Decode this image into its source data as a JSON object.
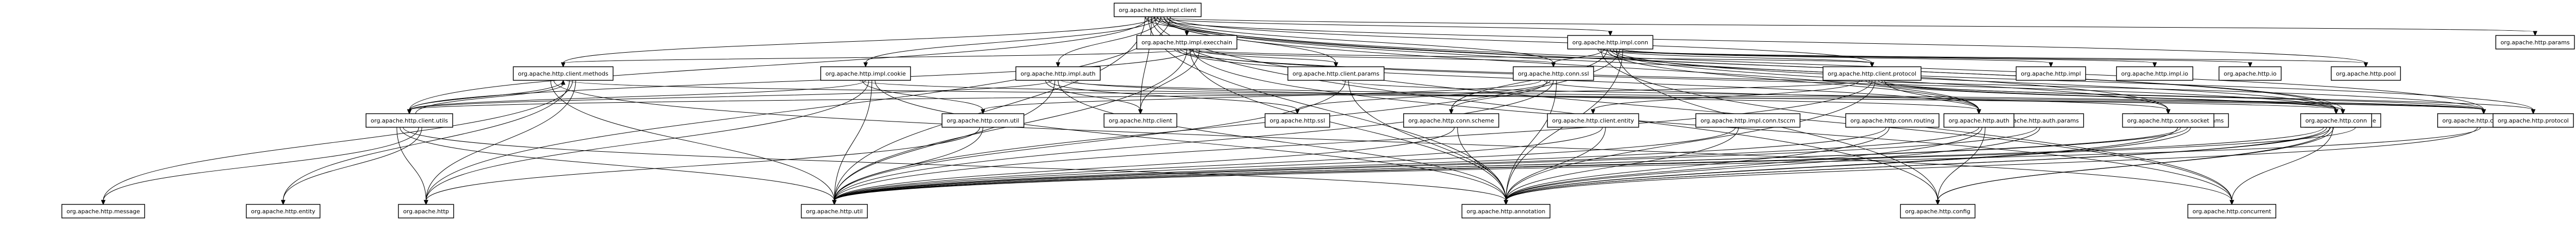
{
  "graph": {
    "nodes": [
      {
        "id": "impl_client",
        "label": "org.apache.http.impl.client"
      },
      {
        "id": "impl_execchain",
        "label": "org.apache.http.impl.execchain"
      },
      {
        "id": "impl_conn",
        "label": "org.apache.http.impl.conn"
      },
      {
        "id": "params",
        "label": "org.apache.http.params"
      },
      {
        "id": "client_methods",
        "label": "org.apache.http.client.methods"
      },
      {
        "id": "impl_cookie",
        "label": "org.apache.http.impl.cookie"
      },
      {
        "id": "impl_auth",
        "label": "org.apache.http.impl.auth"
      },
      {
        "id": "client_params",
        "label": "org.apache.http.client.params"
      },
      {
        "id": "conn_ssl",
        "label": "org.apache.http.conn.ssl"
      },
      {
        "id": "client_protocol",
        "label": "org.apache.http.client.protocol"
      },
      {
        "id": "impl",
        "label": "org.apache.http.impl"
      },
      {
        "id": "impl_io",
        "label": "org.apache.http.impl.io"
      },
      {
        "id": "io",
        "label": "org.apache.http.io"
      },
      {
        "id": "pool",
        "label": "org.apache.http.pool"
      },
      {
        "id": "client_utils",
        "label": "org.apache.http.client.utils"
      },
      {
        "id": "conn_util",
        "label": "org.apache.http.conn.util"
      },
      {
        "id": "client",
        "label": "org.apache.http.client"
      },
      {
        "id": "ssl",
        "label": "org.apache.http.ssl"
      },
      {
        "id": "conn_scheme",
        "label": "org.apache.http.conn.scheme"
      },
      {
        "id": "client_entity",
        "label": "org.apache.http.client.entity"
      },
      {
        "id": "impl_conn_tsccm",
        "label": "org.apache.http.impl.conn.tsccm"
      },
      {
        "id": "conn_routing",
        "label": "org.apache.http.conn.routing"
      },
      {
        "id": "auth_params",
        "label": "org.apache.http.auth.params"
      },
      {
        "id": "conn_params",
        "label": "org.apache.http.conn.params"
      },
      {
        "id": "cookie",
        "label": "org.apache.http.cookie"
      },
      {
        "id": "client_config",
        "label": "org.apache.http.client.config"
      },
      {
        "id": "auth",
        "label": "org.apache.http.auth"
      },
      {
        "id": "conn_socket",
        "label": "org.apache.http.conn.socket"
      },
      {
        "id": "conn",
        "label": "org.apache.http.conn"
      },
      {
        "id": "protocol",
        "label": "org.apache.http.protocol"
      },
      {
        "id": "message",
        "label": "org.apache.http.message"
      },
      {
        "id": "entity",
        "label": "org.apache.http.entity"
      },
      {
        "id": "http",
        "label": "org.apache.http"
      },
      {
        "id": "util",
        "label": "org.apache.http.util"
      },
      {
        "id": "annotation",
        "label": "org.apache.http.annotation"
      },
      {
        "id": "config",
        "label": "org.apache.http.config"
      },
      {
        "id": "concurrent",
        "label": "org.apache.http.concurrent"
      }
    ],
    "edges": [
      [
        "impl_client",
        "impl_execchain"
      ],
      [
        "impl_client",
        "impl_conn"
      ],
      [
        "impl_client",
        "params"
      ],
      [
        "impl_client",
        "client_methods"
      ],
      [
        "impl_client",
        "impl_cookie"
      ],
      [
        "impl_client",
        "impl_auth"
      ],
      [
        "impl_client",
        "client_params"
      ],
      [
        "impl_client",
        "conn_ssl"
      ],
      [
        "impl_client",
        "client_protocol"
      ],
      [
        "impl_client",
        "pool"
      ],
      [
        "impl_client",
        "client_utils"
      ],
      [
        "impl_client",
        "client"
      ],
      [
        "impl_client",
        "cookie"
      ],
      [
        "impl_client",
        "client_config"
      ],
      [
        "impl_client",
        "auth"
      ],
      [
        "impl_client",
        "conn_socket"
      ],
      [
        "impl_client",
        "conn"
      ],
      [
        "impl_client",
        "http"
      ],
      [
        "impl_client",
        "util"
      ],
      [
        "impl_client",
        "annotation"
      ],
      [
        "impl_client",
        "config"
      ],
      [
        "impl_client",
        "concurrent"
      ],
      [
        "impl_execchain",
        "client_methods"
      ],
      [
        "impl_execchain",
        "client_protocol"
      ],
      [
        "impl_execchain",
        "client_utils"
      ],
      [
        "impl_execchain",
        "client_params"
      ],
      [
        "impl_execchain",
        "client"
      ],
      [
        "impl_execchain",
        "client_config"
      ],
      [
        "impl_execchain",
        "auth"
      ],
      [
        "impl_execchain",
        "conn"
      ],
      [
        "impl_execchain",
        "conn_ssl"
      ],
      [
        "impl_execchain",
        "util"
      ],
      [
        "impl_execchain",
        "annotation"
      ],
      [
        "impl_execchain",
        "concurrent"
      ],
      [
        "impl_conn",
        "impl"
      ],
      [
        "impl_conn",
        "impl_io"
      ],
      [
        "impl_conn",
        "io"
      ],
      [
        "impl_conn",
        "pool"
      ],
      [
        "impl_conn",
        "conn_ssl"
      ],
      [
        "impl_conn",
        "conn_scheme"
      ],
      [
        "impl_conn",
        "conn_socket"
      ],
      [
        "impl_conn",
        "conn"
      ],
      [
        "impl_conn",
        "config"
      ],
      [
        "impl_conn",
        "util"
      ],
      [
        "impl_conn",
        "annotation"
      ],
      [
        "impl_conn",
        "protocol"
      ],
      [
        "impl_conn",
        "concurrent"
      ],
      [
        "impl_conn",
        "client_protocol"
      ],
      [
        "impl_conn",
        "auth"
      ],
      [
        "client_methods",
        "client_utils"
      ],
      [
        "client_methods",
        "client_config"
      ],
      [
        "client_methods",
        "entity"
      ],
      [
        "client_methods",
        "message"
      ],
      [
        "client_methods",
        "http"
      ],
      [
        "client_methods",
        "util"
      ],
      [
        "client_methods",
        "concurrent"
      ],
      [
        "impl_cookie",
        "cookie"
      ],
      [
        "impl_cookie",
        "conn_util"
      ],
      [
        "impl_cookie",
        "client_utils"
      ],
      [
        "impl_cookie",
        "http"
      ],
      [
        "impl_cookie",
        "util"
      ],
      [
        "impl_cookie",
        "annotation"
      ],
      [
        "impl_auth",
        "auth"
      ],
      [
        "impl_auth",
        "client"
      ],
      [
        "impl_auth",
        "ssl"
      ],
      [
        "impl_auth",
        "client_utils"
      ],
      [
        "impl_auth",
        "util"
      ],
      [
        "impl_auth",
        "annotation"
      ],
      [
        "impl_auth",
        "client_config"
      ],
      [
        "client_params",
        "client_config"
      ],
      [
        "client_params",
        "util"
      ],
      [
        "client_params",
        "annotation"
      ],
      [
        "conn_ssl",
        "conn_util"
      ],
      [
        "conn_ssl",
        "conn_socket"
      ],
      [
        "conn_ssl",
        "conn_scheme"
      ],
      [
        "conn_ssl",
        "ssl"
      ],
      [
        "conn_ssl",
        "util"
      ],
      [
        "conn_ssl",
        "annotation"
      ],
      [
        "client_protocol",
        "cookie"
      ],
      [
        "client_protocol",
        "client_config"
      ],
      [
        "client_protocol",
        "auth"
      ],
      [
        "client_protocol",
        "client_entity"
      ],
      [
        "client_protocol",
        "client_utils"
      ],
      [
        "client_protocol",
        "conn"
      ],
      [
        "client_protocol",
        "protocol"
      ],
      [
        "client_protocol",
        "util"
      ],
      [
        "client_protocol",
        "annotation"
      ],
      [
        "client_utils",
        "client_methods"
      ],
      [
        "client_utils",
        "message"
      ],
      [
        "client_utils",
        "entity"
      ],
      [
        "client_utils",
        "http"
      ],
      [
        "client_utils",
        "util"
      ],
      [
        "client_utils",
        "annotation"
      ],
      [
        "conn_util",
        "http"
      ],
      [
        "conn_util",
        "util"
      ],
      [
        "conn_scheme",
        "util"
      ],
      [
        "conn_scheme",
        "annotation"
      ],
      [
        "client_entity",
        "util"
      ],
      [
        "client_entity",
        "annotation"
      ],
      [
        "impl_conn_tsccm",
        "util"
      ],
      [
        "impl_conn_tsccm",
        "annotation"
      ],
      [
        "conn_routing",
        "util"
      ],
      [
        "conn_routing",
        "annotation"
      ],
      [
        "auth_params",
        "util"
      ],
      [
        "auth_params",
        "annotation"
      ],
      [
        "conn_params",
        "util"
      ],
      [
        "conn_params",
        "annotation"
      ],
      [
        "cookie",
        "util"
      ],
      [
        "cookie",
        "annotation"
      ],
      [
        "cookie",
        "config"
      ],
      [
        "client_config",
        "annotation"
      ],
      [
        "client_config",
        "util"
      ],
      [
        "auth",
        "util"
      ],
      [
        "auth",
        "annotation"
      ],
      [
        "auth",
        "config"
      ],
      [
        "conn_socket",
        "annotation"
      ],
      [
        "conn_socket",
        "util"
      ],
      [
        "conn",
        "util"
      ],
      [
        "conn",
        "annotation"
      ],
      [
        "conn",
        "config"
      ],
      [
        "conn",
        "concurrent"
      ]
    ]
  }
}
